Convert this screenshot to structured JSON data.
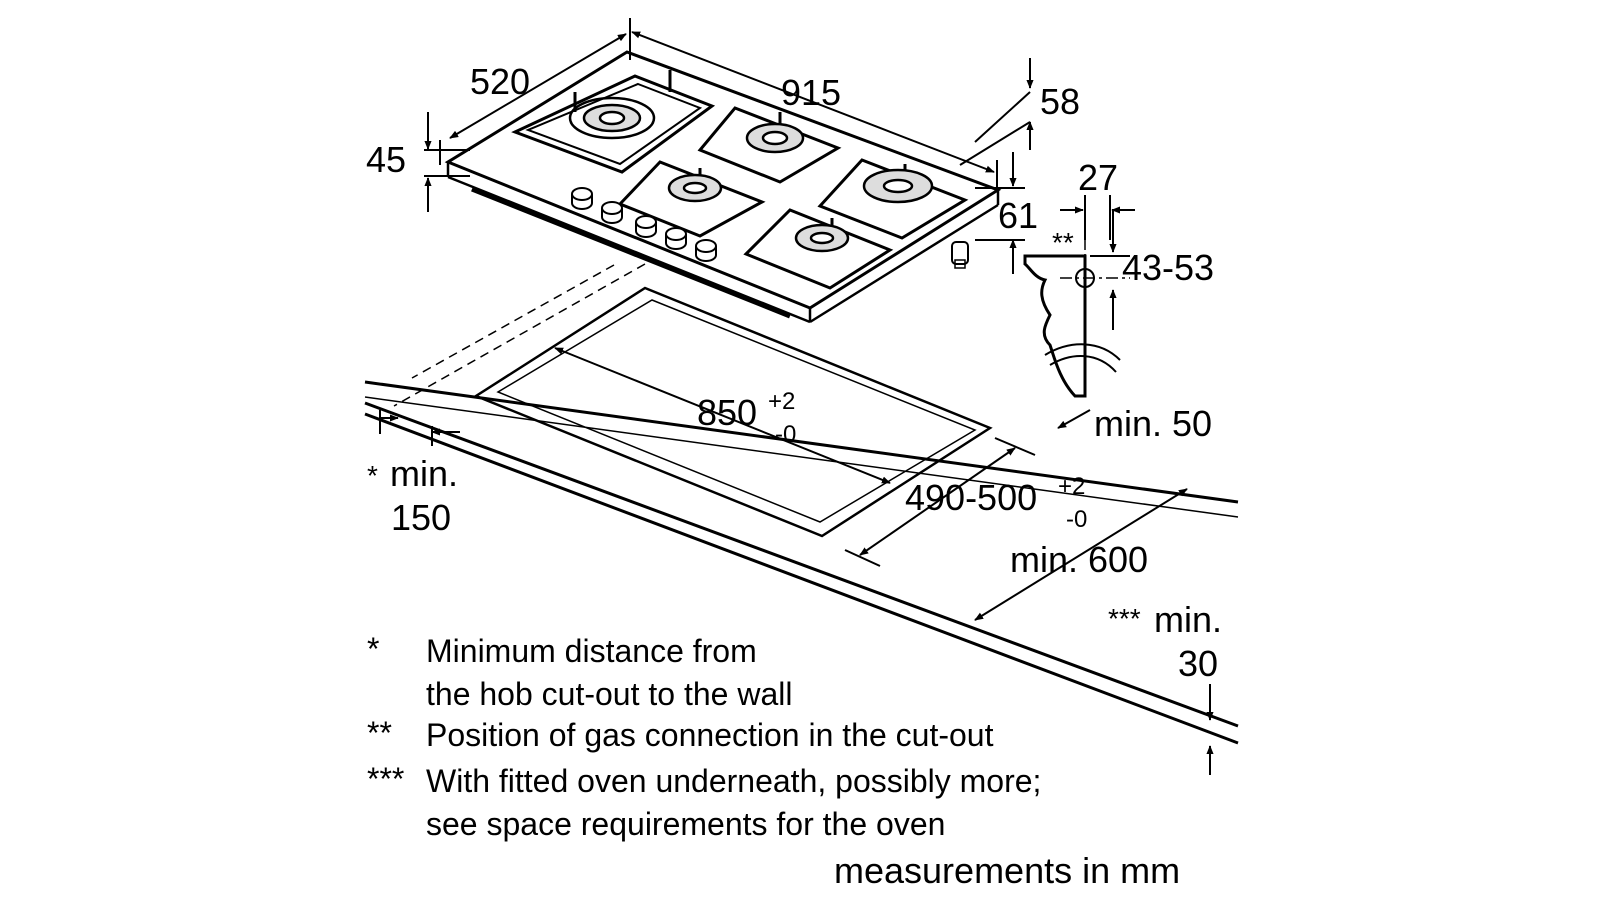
{
  "dimensions": {
    "hob_depth": "520",
    "hob_width": "915",
    "right_height": "58",
    "front_height": "45",
    "foot_offset": "61",
    "gas_offset": "27",
    "gas_marker": "**",
    "gas_height": "43-53",
    "cutout_width": "850",
    "cutout_width_tol_plus": "+2",
    "cutout_width_tol_minus": "-0",
    "cutout_depth": "490-500",
    "cutout_depth_tol_plus": "+2",
    "cutout_depth_tol_minus": "-0",
    "min_back": "min. 50",
    "min_wall_star": "*",
    "min_wall_label": "min.",
    "min_wall_value": "150",
    "min_counter": "min. 600",
    "min_below_stars": "***",
    "min_below_label": "min.",
    "min_below_value": "30"
  },
  "notes": [
    {
      "marker": "*",
      "lines": [
        "Minimum distance from",
        "the hob cut-out to the wall"
      ]
    },
    {
      "marker": "**",
      "lines": [
        "Position of gas connection in the cut-out"
      ]
    },
    {
      "marker": "***",
      "lines": [
        "With fitted oven underneath, possibly more;",
        "see space requirements for the oven"
      ]
    }
  ],
  "footer": "measurements in mm"
}
